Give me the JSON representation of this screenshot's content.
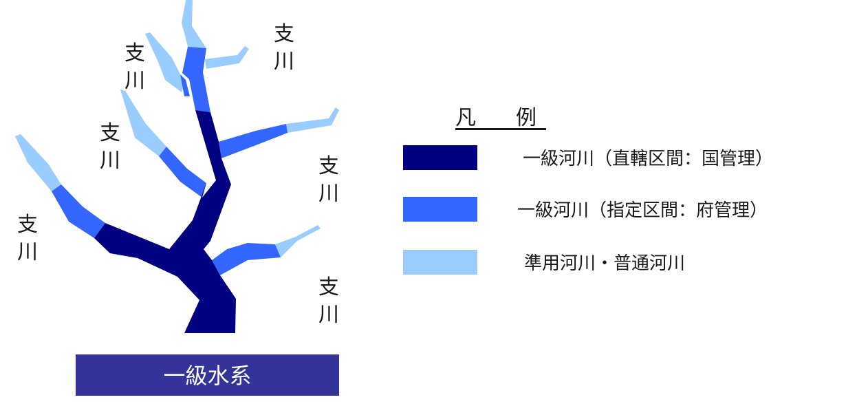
{
  "colors": {
    "main_river": "#000080",
    "designated_river": "#3366ff",
    "minor_river": "#99ccff",
    "system_bar": "#33339a"
  },
  "tributary_labels": [
    {
      "line1": "支",
      "line2": "川"
    },
    {
      "line1": "支",
      "line2": "川"
    },
    {
      "line1": "支",
      "line2": "川"
    },
    {
      "line1": "支",
      "line2": "川"
    },
    {
      "line1": "支",
      "line2": "川"
    },
    {
      "line1": "支",
      "line2": "川"
    }
  ],
  "legend": {
    "title": "凡　例",
    "items": [
      {
        "label": "一級河川（直轄区間：国管理）",
        "color": "#000080"
      },
      {
        "label": "一級河川（指定区間：府管理）",
        "color": "#3366ff"
      },
      {
        "label": "準用河川・普通河川",
        "color": "#99ccff"
      }
    ]
  },
  "system_label": "一級水系"
}
